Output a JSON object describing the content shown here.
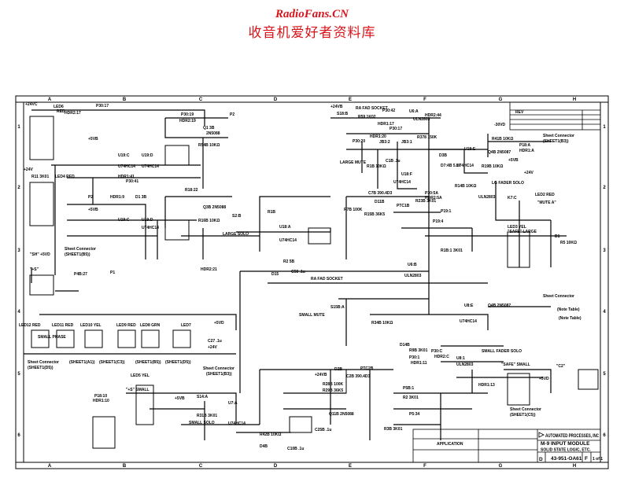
{
  "watermark": {
    "site": "RadioFans.CN",
    "subtitle": "收音机爱好者资料库"
  },
  "grid": {
    "columns": [
      "A",
      "B",
      "C",
      "D",
      "E",
      "F",
      "G",
      "H"
    ],
    "rows": [
      "1",
      "2",
      "3",
      "4",
      "5",
      "6"
    ]
  },
  "labels": [
    "+24VC",
    "LED6",
    "RED",
    "HDR2:17",
    "P30:17",
    "P30:19",
    "HDR2:19",
    "P2",
    "Q1 3B",
    "2N5088",
    "R54B 10KΩ",
    "U19:C",
    "U74HC14",
    "U19:D",
    "U74HC14",
    "+5VB",
    "+24V",
    "R11 3K01",
    "LED4 RED",
    "HDR1:41",
    "P30:41",
    "D1 3B",
    "P2",
    "HDR1:9",
    "R18:22",
    "Q3B 2N5088",
    "R16B 10KΩ",
    "U19:C",
    "U19:D",
    "U74HC14",
    "+5VB",
    "LARGE SOLO",
    "S2:B",
    "R1B",
    "U18:A",
    "U74HC14",
    "+24VB",
    "RA FAD SOCKET",
    "S18:B",
    "R59 1K02",
    "P30:42",
    "U6:A",
    "ULN2803",
    "HDR2:44",
    "HDR1:17",
    "P30:17",
    "HDR1:20",
    "P30:20",
    "JB3:2",
    "JB3:1",
    "R378 150K",
    "LARGE MUTE",
    "R1B 10KΩ",
    "C1B .1u",
    "U18:F",
    "U74HC14",
    "D3B",
    "D7:4B 5.1V",
    "U18:E",
    "U74HC14",
    "Q4B 2N5087",
    "R19B 10KΩ",
    "-30VD",
    "R41B 10KΩ",
    "P18:A",
    "HDR1:A",
    "Sheet Connector",
    "(SHEET1(B3))",
    "R14B 10KΩ",
    "+5VB",
    "+24V",
    "LG FADER SOLO",
    "K7:C",
    "ULN2803",
    "P30:5A",
    "HDR2:5A",
    "LED2 RED",
    "\"MUTE A\"",
    "LED3 YEL",
    "\"SAFE\" LARGE",
    "C7B 390.4D3",
    "D11B",
    "R7B 100K",
    "R15B 36K5",
    "PTC1B",
    "R23B 3K01",
    "P19:1",
    "P19:4",
    "D1",
    "R5 10KΩ",
    "Sheet Connector",
    "(SHEET1(B5))",
    "\"SH\" +5VD",
    "\"+S\"",
    "P4B:27",
    "P1",
    "HDR2:21",
    "D15",
    "C58 .1u",
    "R2 5B",
    "RA FAD SOCKET",
    "SMALL MUTE",
    "S15B:A",
    "R34B 10KΩ",
    "U6:B",
    "ULN2803",
    "R1B:1 3K01",
    "U8:E",
    "U74HC14",
    "Q4B 2N5087",
    "Sheet Connector",
    "(Note Table)",
    "LED12 RED",
    "LED11 RED",
    "LED10 YEL",
    "LED9 RED",
    "LED8 GRN",
    "LED7",
    "SMALL PHASE",
    "+5VD",
    "Sheet Connector",
    "(SHEET1(B3))",
    "(SHEET1(A1))",
    "(SHEET1(C3))",
    "(SHEET1(B5))",
    "(SHEET1(D5))",
    "Sheet Connector",
    "(SHEET1(D5))",
    "C27 .1u",
    "+24V",
    "LED5 YEL",
    "\"+S\" SMALL",
    "P18:10",
    "HDR1:10",
    "+5VB",
    "SMALL SOLO",
    "S14:A",
    "R31B 3K01",
    "U7:A",
    "U74HC14",
    "D4B",
    "R42B 10KΩ",
    "C10B .1u",
    "+24VB",
    "D2B",
    "R28B 100K",
    "C2B 390.4D3",
    "R29B 36K5",
    "PTC2B",
    "Q11B 2N5088",
    "C25B .1u",
    "R3B 3K01",
    "P30:1",
    "HDR1:11",
    "D14B",
    "R9B 3K01",
    "P30:C",
    "HDR2:C",
    "U8:1",
    "ULN2803",
    "SMALL FADER SOLO",
    "\"SAFE\" SMALL",
    "Sheet Connector",
    "(SHEET1(C5))",
    "\"C2\"",
    "+5VD",
    "HDR1:13",
    "R2 3K01",
    "P5B:1",
    "P5:34"
  ],
  "title_block": {
    "company": "AUTOMATED PROCESSES, INC",
    "title_line1": "M-9 INPUT MODULE",
    "title_line2": "SOLID STATE LOGIC, ETC.",
    "size": "D",
    "dwg_no": "43-951-OA61",
    "rev": "F",
    "application": "APPLICATION",
    "sheet": "1 of 1"
  },
  "revision_block": {
    "header": "REV",
    "note": "(Note Table)"
  }
}
